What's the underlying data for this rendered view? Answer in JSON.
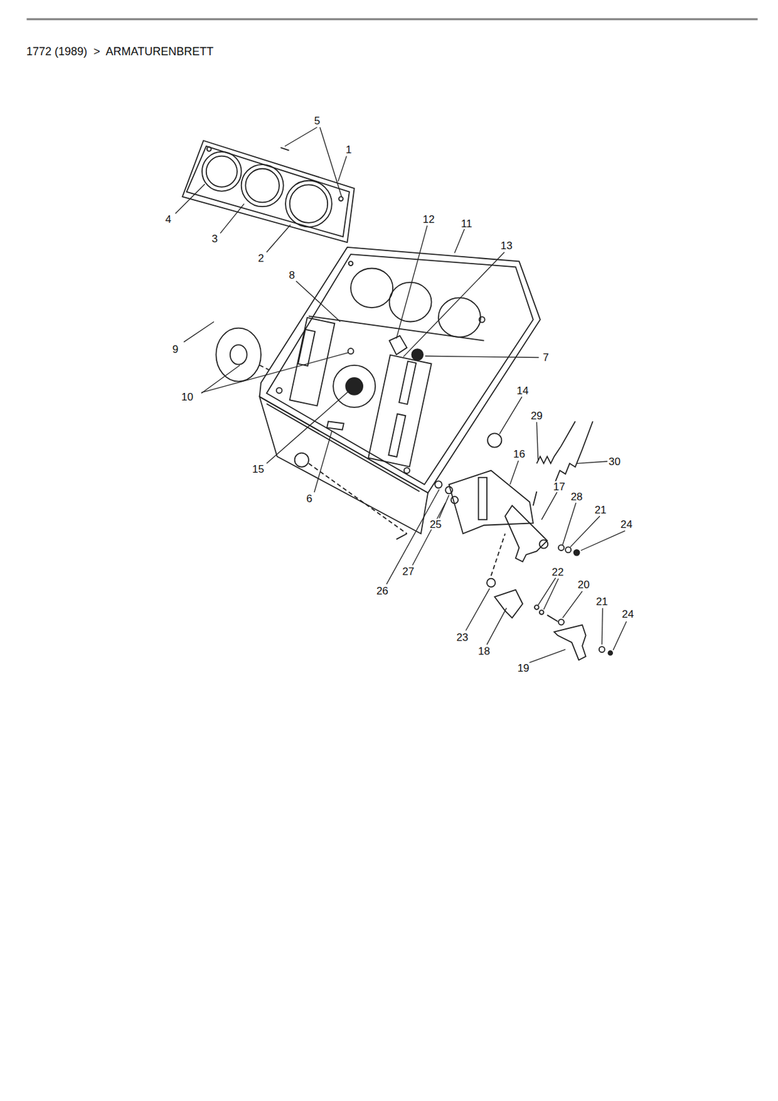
{
  "diagram": {
    "title": "1772 (1989)  >  ARMATURENBRETT",
    "labels": [
      "5",
      "1",
      "4",
      "3",
      "2",
      "12",
      "11",
      "13",
      "8",
      "9",
      "7",
      "10",
      "14",
      "29",
      "30",
      "15",
      "16",
      "6",
      "17",
      "28",
      "21",
      "24",
      "25",
      "27",
      "26",
      "22",
      "20",
      "23",
      "21",
      "24",
      "18",
      "19"
    ]
  }
}
